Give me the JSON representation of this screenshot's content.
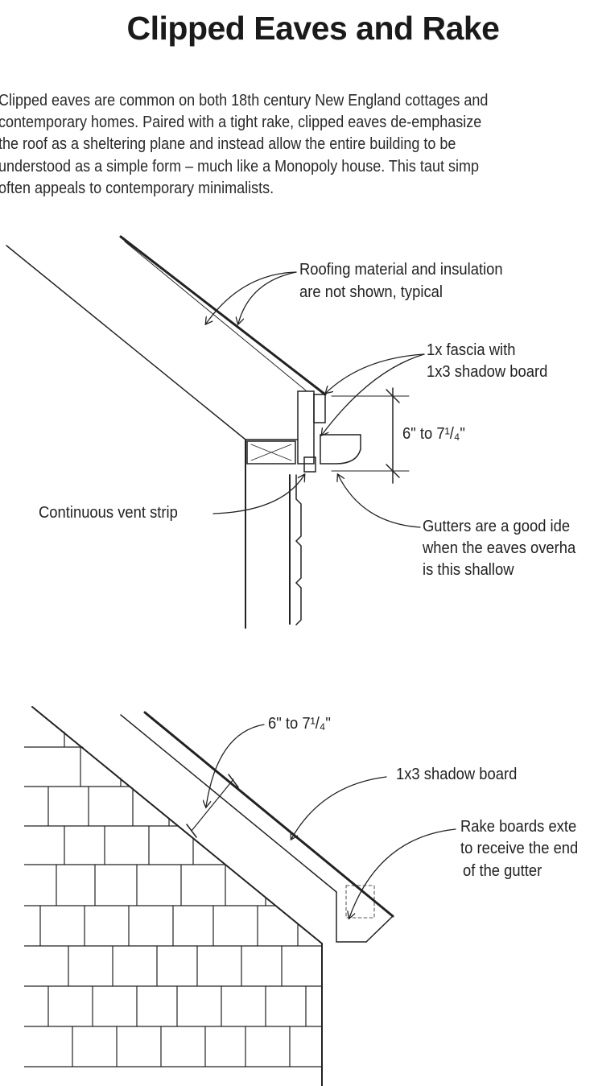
{
  "title": "Clipped  Eaves and Rake",
  "paragraph": [
    "Clipped  eaves are common  on both  18th  century  New  England cottages and",
    "contemporary  homes. Paired with  a tight  rake, clipped  eaves de-emphasize",
    "the roof  as a sheltering plane and instead allow the entire building  to be",
    "understood  as a simple form  – much like a Monopoly  house. This taut simp",
    "often  appeals to contemporary  minimalists."
  ],
  "eave_diagram": {
    "roofing_note": [
      "Roofing material and insulation",
      "are not shown, typical"
    ],
    "fascia_note": [
      "1x  fascia with",
      "1x3 shadow board"
    ],
    "dimension": "6\" to 7¹/₄\"",
    "vent_note": "Continuous vent strip",
    "gutter_note": [
      "Gutters  are a good ide",
      "when  the  eaves overha",
      "is this shallow"
    ]
  },
  "rake_diagram": {
    "dimension": "6\" to 7¹/₄\"",
    "shadow_note": "1x3 shadow board",
    "rake_note": [
      "Rake boards exte",
      "to receive the end",
      "of the gutter"
    ]
  }
}
